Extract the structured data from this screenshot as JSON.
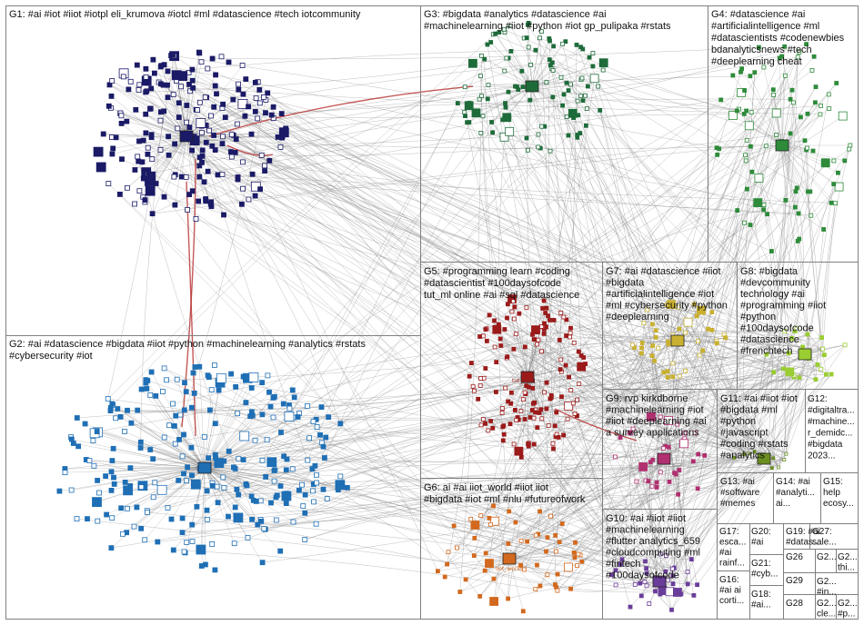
{
  "groups": [
    {
      "id": "G1",
      "label": "G1: #ai #iot #iiot #iotpl eli_krumova #iotcl #ml #datascience #tech iotcommunity",
      "color": "#1a1a66"
    },
    {
      "id": "G2",
      "label": "G2: #ai #datascience #bigdata #iiot #python #machinelearning #analytics #rstats #cybersecurity #iot",
      "color": "#1f6fb5"
    },
    {
      "id": "G3",
      "label": "G3: #bigdata #analytics #datascience #ai #machinelearning #iiot #python #iot gp_pulipaka #rstats",
      "color": "#1e6b3a"
    },
    {
      "id": "G4",
      "label": "G4: #datascience #ai #artificialintelligence #ml #datascientists #codenewbies bdanalyticsnews #tech #deeplearning cheat",
      "color": "#2e8b3a"
    },
    {
      "id": "G5",
      "label": "G5: #programming learn #coding #datascientist #100daysofcode tut_ml online #ai #sql #datascience",
      "color": "#9b1b1b"
    },
    {
      "id": "G6",
      "label": "G6: ai #ai iiot_world #iiot iiot #bigdata #iot #ml #nlu #futureofwork",
      "color": "#d2691e"
    },
    {
      "id": "G7",
      "label": "G7: #ai #datascience #iiot #bigdata #artificialintelligence #iot #ml #cybersecurity #python #deeplearning",
      "color": "#c9b030"
    },
    {
      "id": "G8",
      "label": "G8: #bigdata #devcommunity technology #ai #programming #iiot #python #100daysofcode #datascience #frenchtech",
      "color": "#9acd32"
    },
    {
      "id": "G9",
      "label": "G9: rvp kirkdborne #machinelearning #iot #iiot #deeplearning #ai a survey applications",
      "color": "#b03070"
    },
    {
      "id": "G10",
      "label": "G10: #ai #iiot #iiot #machinelearning #flutter analytics_659 #cloudcomputing #ml #fintech #100daysofcode",
      "color": "#6a3d9a"
    },
    {
      "id": "G11",
      "label": "G11: #ai #iiot #iot #bigdata #ml #python #javascript #coding #rstats #analytics",
      "color": "#6b8e23"
    },
    {
      "id": "G12",
      "label": "G12: #digitaltra... #machine... r_demidc... #bigdata 2023...",
      "color": "#333333"
    },
    {
      "id": "G13",
      "label": "G13: #ai #software #memes",
      "color": "#333333"
    },
    {
      "id": "G14",
      "label": "G14: #ai #analyti... ai...",
      "color": "#333333"
    },
    {
      "id": "G15",
      "label": "G15: help ecosy...",
      "color": "#333333"
    },
    {
      "id": "G16",
      "label": "G16: #ai ai corti...",
      "color": "#333333"
    },
    {
      "id": "G17",
      "label": "G17: esca... #ai rainf...",
      "color": "#333333"
    },
    {
      "id": "G18",
      "label": "G18: #ai...",
      "color": "#333333"
    },
    {
      "id": "G19",
      "label": "G19: #ai #datas...",
      "color": "#333333"
    },
    {
      "id": "G20",
      "label": "G20: #ai",
      "color": "#333333"
    },
    {
      "id": "G21",
      "label": "G21: #cyb...",
      "color": "#333333"
    },
    {
      "id": "G22",
      "label": "G2...",
      "color": "#333333"
    },
    {
      "id": "G23",
      "label": "G2... #in...",
      "color": "#333333"
    },
    {
      "id": "G24",
      "label": "G2... thi...",
      "color": "#333333"
    },
    {
      "id": "G25",
      "label": "G2... cle...",
      "color": "#333333"
    },
    {
      "id": "G26",
      "label": "G26",
      "color": "#333333"
    },
    {
      "id": "G27",
      "label": "G27: sale...",
      "color": "#333333"
    },
    {
      "id": "G28",
      "label": "G28",
      "color": "#333333"
    },
    {
      "id": "G29",
      "label": "G29",
      "color": "#333333"
    },
    {
      "id": "G2x",
      "label": "G2... #p...",
      "color": "#333333"
    }
  ],
  "labels": {
    "g1": [
      "G1: #ai #iot #iiot #iotpl eli_krumova #iotcl #ml #datascience #tech iotcommunity"
    ],
    "g2": [
      "G2: #ai #datascience #bigdata #iiot #python #machinelearning #analytics #rstats",
      "#cybersecurity #iot"
    ],
    "g3": [
      "G3: #bigdata #analytics #datascience #ai",
      "#machinelearning #iiot #python #iot gp_pulipaka #rstats"
    ],
    "g4": [
      "G4: #datascience #ai",
      "#artificialintelligence #ml",
      "#datascientists #codenewbies",
      "bdanalyticsnews #tech",
      "#deeplearning cheat"
    ],
    "g5": [
      "G5: #programming learn #coding",
      "#datascientist #100daysofcode",
      "tut_ml online #ai #sql #datascience"
    ],
    "g6": [
      "G6: ai #ai iiot_world #iiot iiot",
      "#bigdata #iot #ml #nlu #futureofwork"
    ],
    "g7": [
      "G7: #ai #datascience #iiot",
      "#bigdata",
      "#artificialintelligence #iot",
      "#ml #cybersecurity #python",
      "#deeplearning"
    ],
    "g8": [
      "G8: #bigdata",
      "#devcommunity",
      "technology #ai",
      "#programming #iiot",
      "#python",
      "#100daysofcode",
      "#datascience",
      "#frenchtech"
    ],
    "g9": [
      "G9: rvp kirkdborne",
      "#machinelearning #iot",
      "#iiot #deeplearning #ai",
      "a survey applications"
    ],
    "g10": [
      "G10: #ai #iiot #iiot",
      "#machinelearning",
      "#flutter analytics_659",
      "#cloudcomputing #ml",
      "#fintech",
      "#100daysofcode"
    ],
    "g11": [
      "G11: #ai #iiot #iot",
      "#bigdata #ml",
      "#python",
      "#javascript",
      "#coding #rstats",
      "#analytics"
    ],
    "g12": [
      "G12:",
      "#digitaltra...",
      "#machine...",
      "r_demidc...",
      "#bigdata",
      "2023..."
    ],
    "g13": [
      "G13: #ai",
      "#software",
      "#memes"
    ],
    "g14": [
      "G14: #ai",
      "#analyti...",
      "ai..."
    ],
    "g15": [
      "G15:",
      "help",
      "ecosy..."
    ],
    "g16": [
      "G16:",
      "#ai ai",
      "corti..."
    ],
    "g17": [
      "G17:",
      "esca...",
      "#ai",
      "rainf..."
    ],
    "g18": [
      "G18:",
      "#ai..."
    ],
    "g19": [
      "G19: #ai",
      "#datas..."
    ],
    "g20": [
      "G20:",
      "#ai"
    ],
    "g21": [
      "G21:",
      "#cyb..."
    ],
    "g22": [
      "G2..."
    ],
    "g23": [
      "G2...",
      "#in..."
    ],
    "g24": [
      "G2...",
      "thi..."
    ],
    "g25": [
      "G2...",
      "cle..."
    ],
    "g26": [
      "G26"
    ],
    "g27": [
      "G27:",
      "sale..."
    ],
    "g28": [
      "G28"
    ],
    "g29": [
      "G29"
    ],
    "g2x": [
      "G2...",
      "#p..."
    ]
  },
  "node_names": {
    "g5_hub": "tut_ml",
    "g6_hub": "iiot_world"
  },
  "colors": {
    "edge": "#8a8a8a",
    "edge_red": "#b22222",
    "border": "#7f7f7f"
  }
}
